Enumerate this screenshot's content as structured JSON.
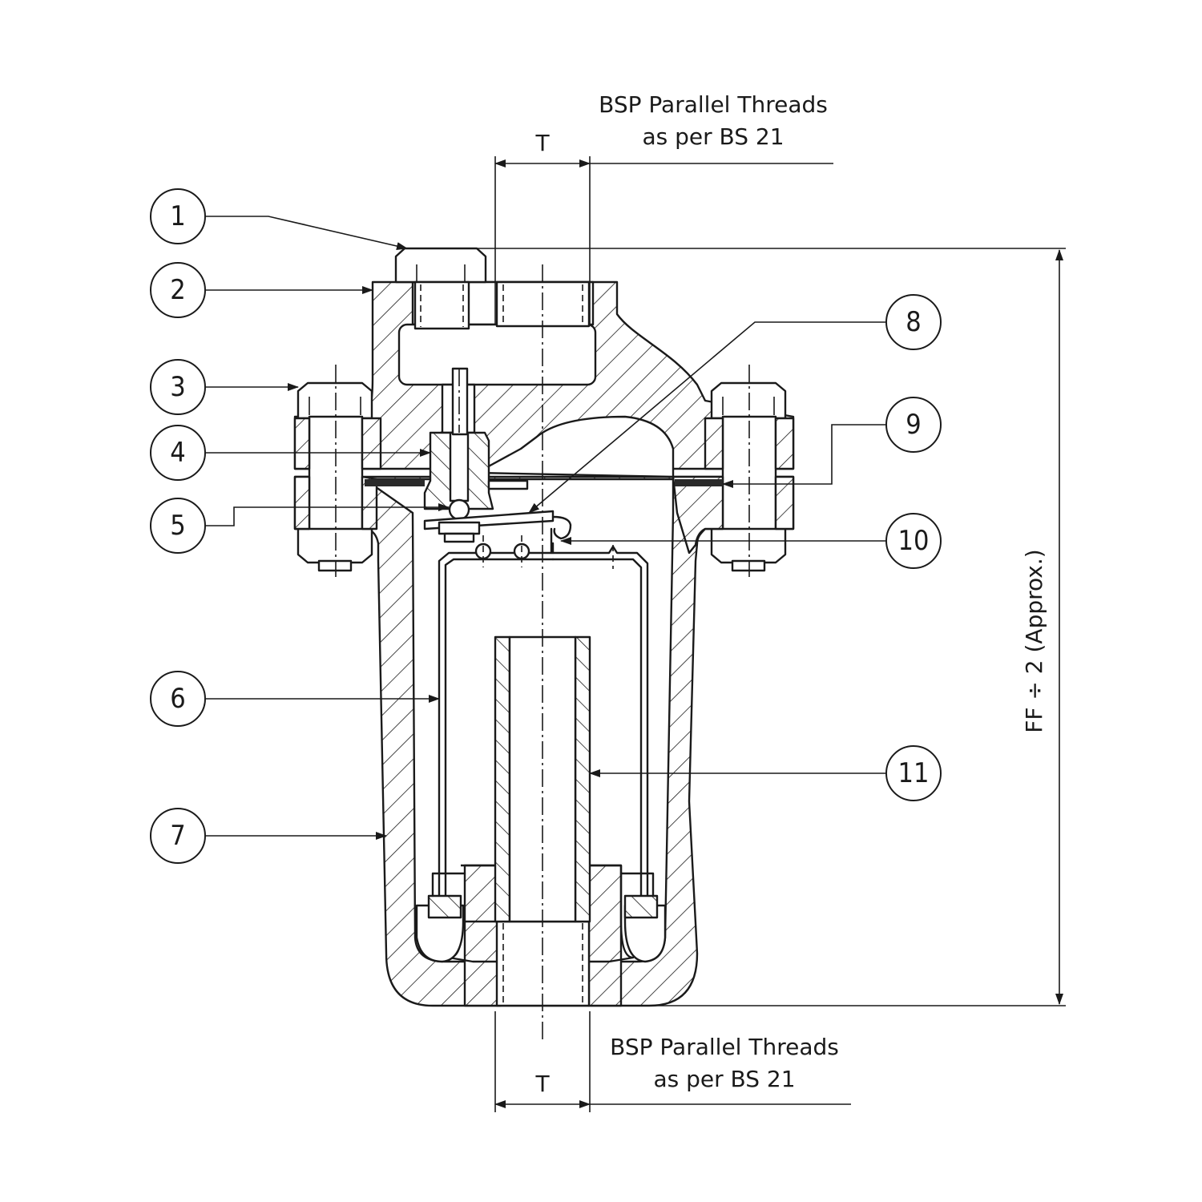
{
  "top_note": {
    "line1": "BSP Parallel Threads",
    "line2": "as per BS 21"
  },
  "bottom_note": {
    "line1": "BSP Parallel Threads",
    "line2": "as per BS 21"
  },
  "thread_dim_top": "T",
  "thread_dim_bottom": "T",
  "height_dim": "FF ÷ 2 (Approx.)",
  "balloons": [
    "1",
    "2",
    "3",
    "4",
    "5",
    "6",
    "7",
    "8",
    "9",
    "10",
    "11"
  ]
}
